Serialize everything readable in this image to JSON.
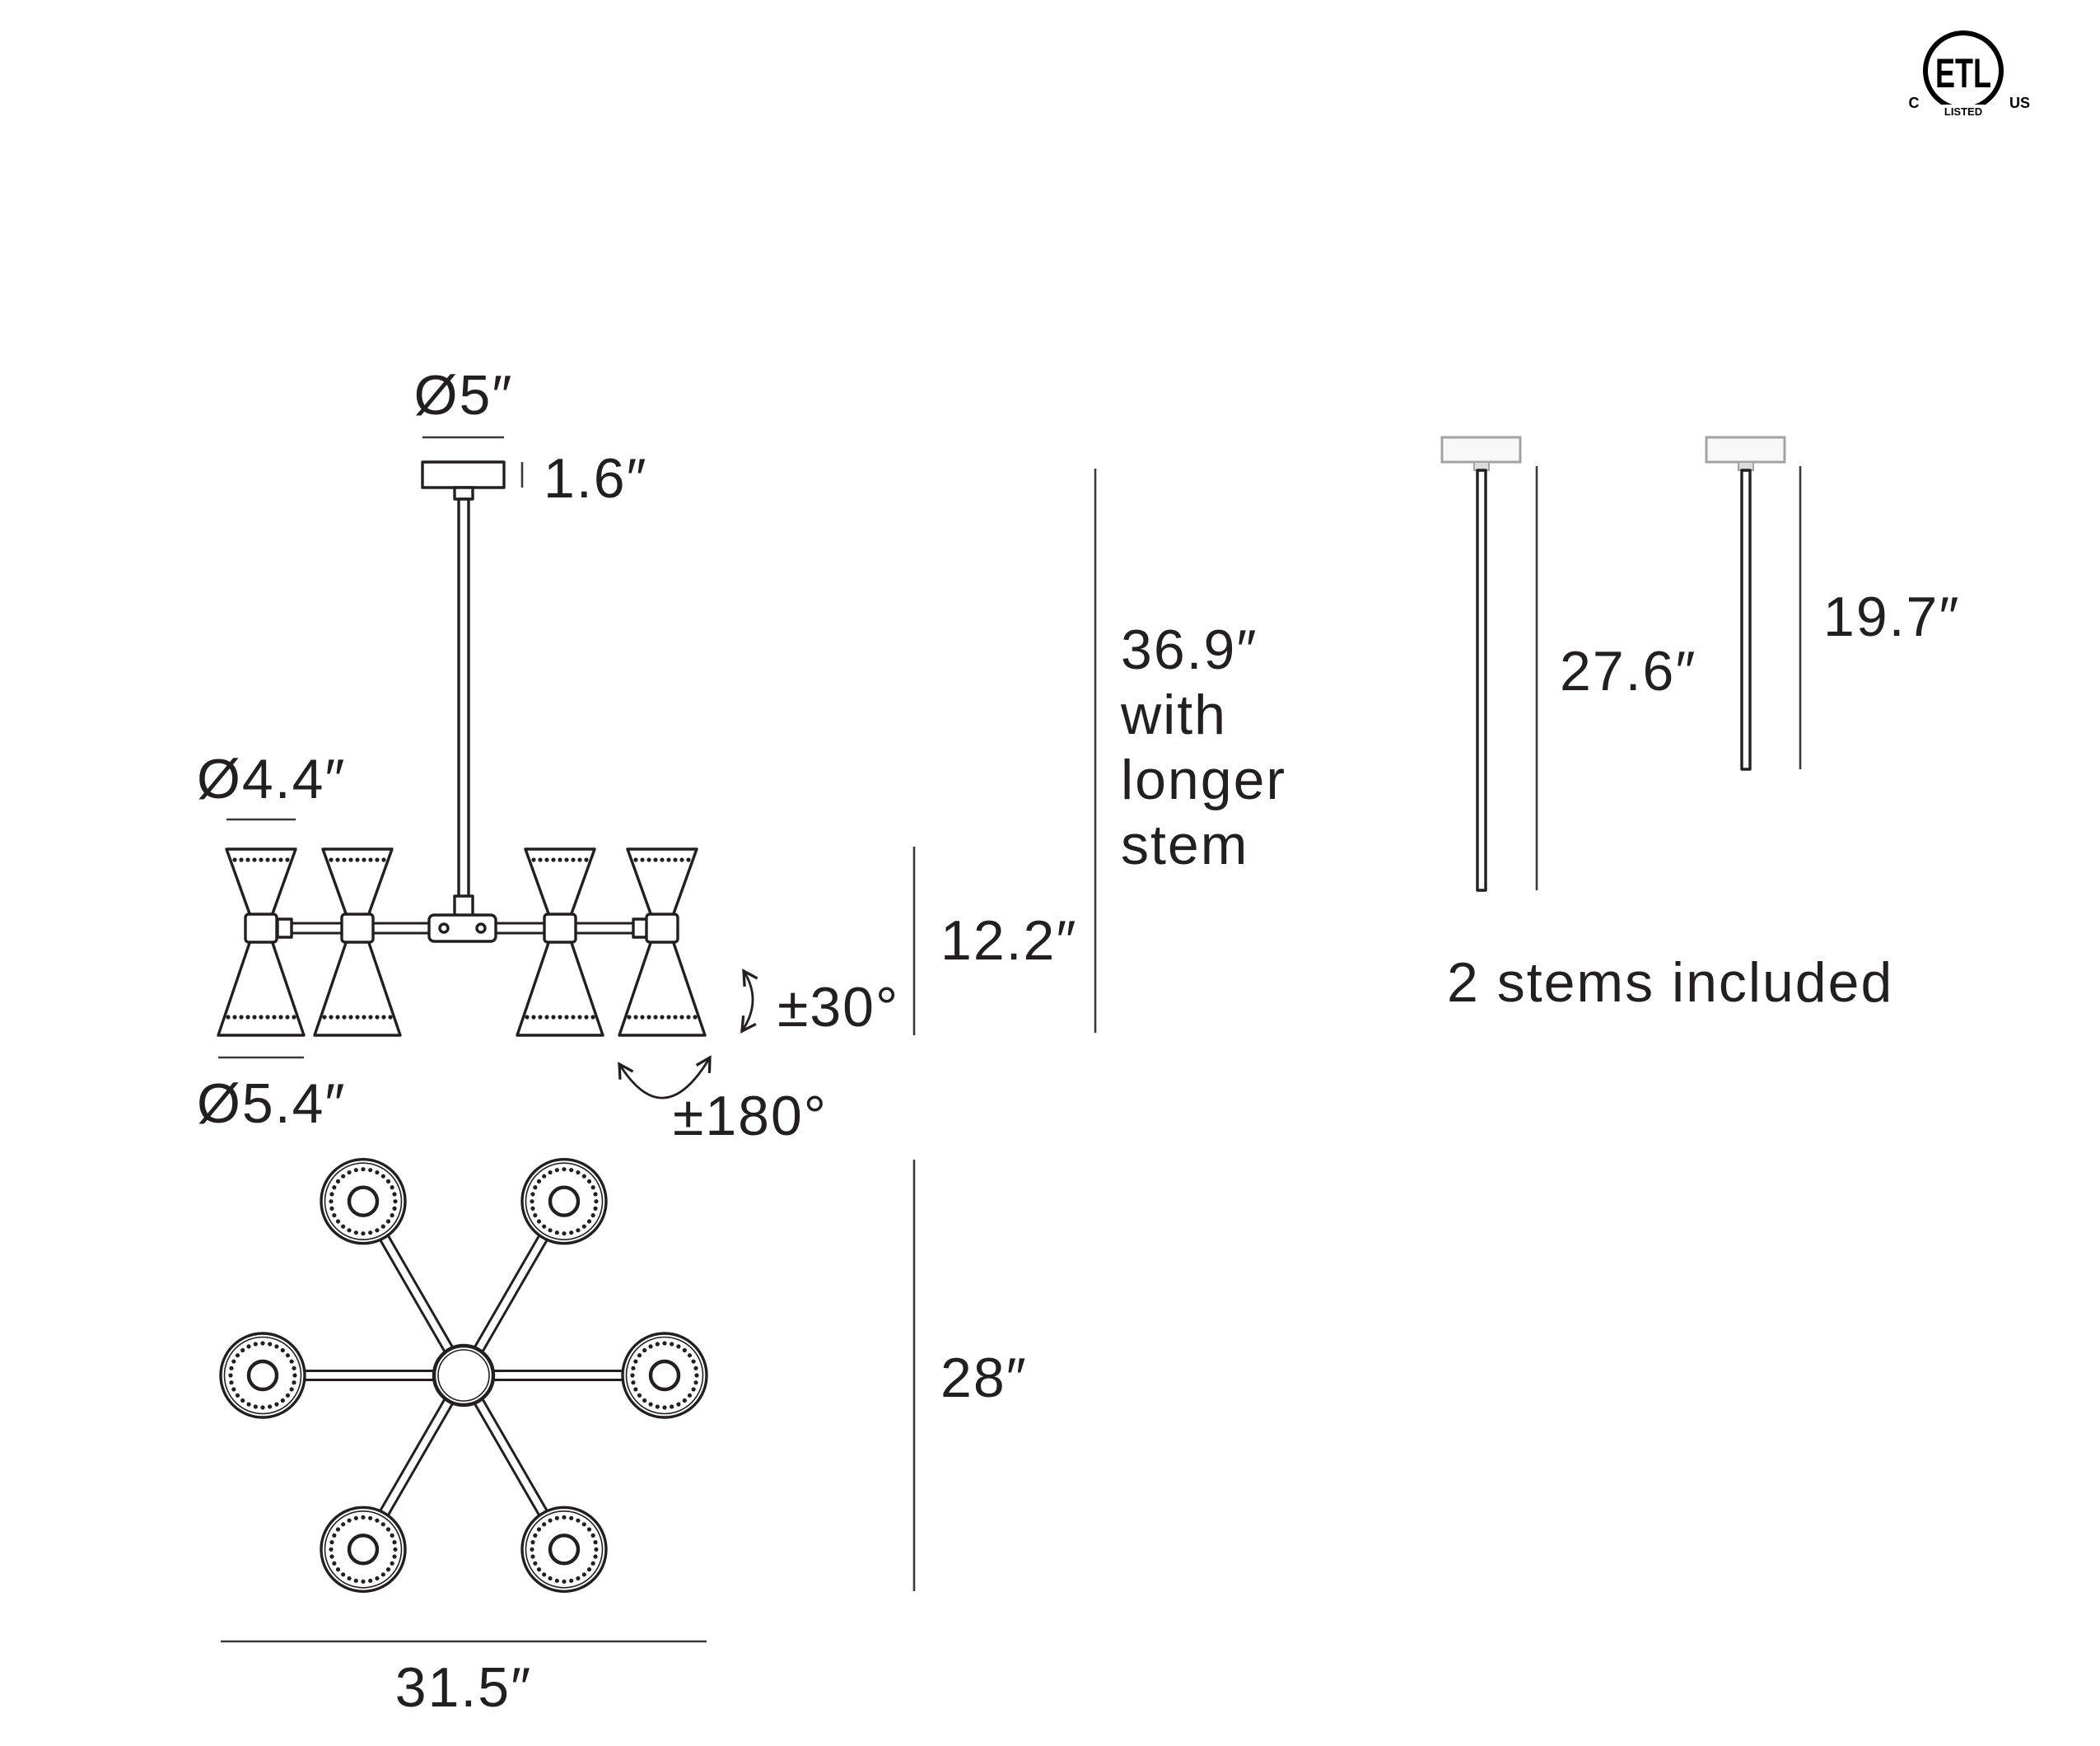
{
  "certification": {
    "mark_letters": "ETL",
    "country_left": "C",
    "country_right": "US",
    "status": "LISTED"
  },
  "side_view": {
    "canopy_diameter": "Ø5″",
    "canopy_height": "1.6″",
    "overall_height_note": [
      "36.9″",
      "with",
      "longer",
      "stem"
    ],
    "shade_top_diameter": "Ø4.4″",
    "shade_bottom_diameter": "Ø5.4″",
    "fixture_height": "12.2″",
    "shade_tilt": "±30°",
    "shade_rotation": "±180°"
  },
  "top_view": {
    "depth": "28″",
    "width": "31.5″"
  },
  "stems": {
    "long_stem_length": "27.6″",
    "short_stem_length": "19.7″",
    "caption": "2 stems included"
  },
  "colors": {
    "ink": "#231f20",
    "canopy_outline": "#a3a3a3"
  }
}
